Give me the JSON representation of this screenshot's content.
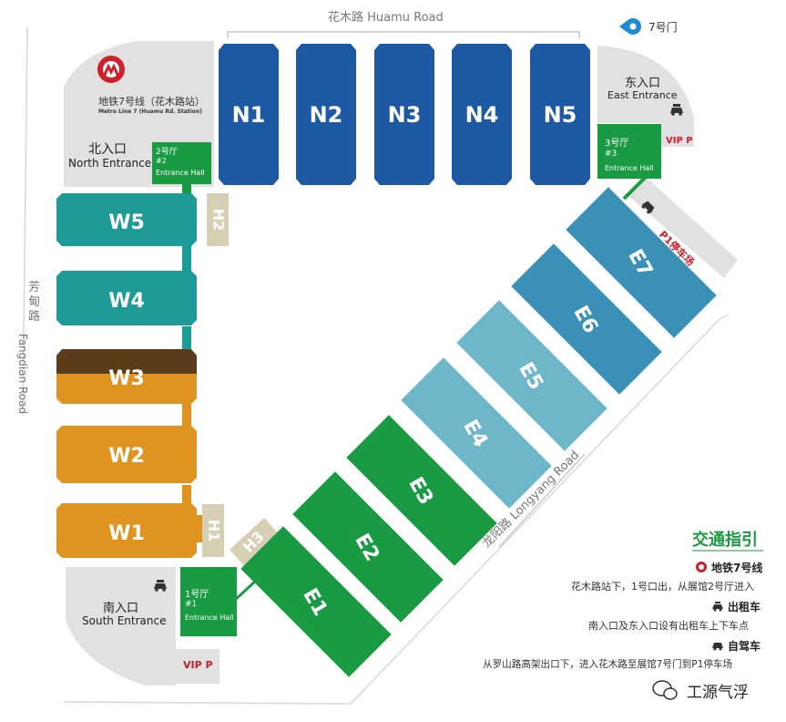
{
  "roads": {
    "north": "花木路  Huamu Road",
    "west_cn": "芳甸路",
    "west_en": "Fangdian Road",
    "east": "龙阳路  Longyang Road"
  },
  "gate7": "7号门",
  "metro": {
    "cn": "地铁7号线（花木路站）",
    "en": "Metro Line 7 (Huamu Rd. Station)"
  },
  "entrances": {
    "north_cn": "北入口",
    "north_en": "North Entrance",
    "east_cn": "东入口",
    "east_en": "East Entrance",
    "south_cn": "南入口",
    "south_en": "South Entrance"
  },
  "entrance_halls": {
    "hall1_cn": "1号厅",
    "hall1_no": "#1",
    "hall1_en": "Entrance Hall",
    "hall2_cn": "2号厅",
    "hall2_no": "#2",
    "hall2_en": "Entrance Hall",
    "hall3_cn": "3号厅",
    "hall3_no": "#3",
    "hall3_en": "Entrance Hall"
  },
  "halls": {
    "n": [
      "N1",
      "N2",
      "N3",
      "N4",
      "N5"
    ],
    "w": [
      "W5",
      "W4",
      "W3",
      "W2",
      "W1"
    ],
    "e": [
      "E1",
      "E2",
      "E3",
      "E4",
      "E5",
      "E6",
      "E7"
    ],
    "h": [
      "H1",
      "H2",
      "H3"
    ]
  },
  "parking": {
    "vip_east": "VIP P",
    "vip_south": "VIP P",
    "p1": "P1停车场"
  },
  "legend": {
    "title": "交通指引",
    "metro_head": "地铁7号线",
    "metro_desc": "花木路站下，1号口出，从展馆2号厅进入",
    "taxi_head": "出租车",
    "taxi_desc": "南入口及东入口设有出租车上下车点",
    "car_head": "自驾车",
    "car_desc": "从罗山路高架出口下，进入花木路至展馆7号门到P1停车场"
  },
  "watermark": "工源气浮",
  "colors": {
    "north_blue": "#1e5aa3",
    "teal": "#1e9b97",
    "orange": "#df9421",
    "brown": "#5a3c1a",
    "green": "#1a9a42",
    "light_blue": "#6db7c9",
    "mid_blue": "#3b90b7",
    "gray": "#e1e1e1",
    "khaki": "#d7cfb3",
    "vip_red": "#c8202b"
  }
}
